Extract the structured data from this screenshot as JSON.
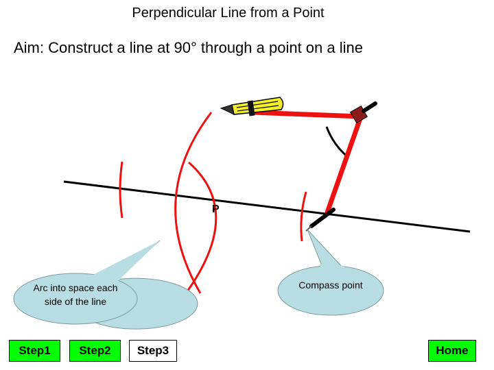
{
  "title": "Perpendicular Line from a Point",
  "aim": "Aim: Construct a line at 90° through a point on a line",
  "point_label": "P",
  "callouts": {
    "arc": "Arc into space each side of the line",
    "compass": "Compass point"
  },
  "nav": {
    "step1": "Step1",
    "step2": "Step2",
    "step3": "Step3",
    "home": "Home"
  },
  "colors": {
    "construction": "#ee1111",
    "callout_fill": "#b8dde3",
    "button_fill": "#00ff00",
    "pencil_yellow": "#f4ee2a",
    "compass_hinge": "#8b1a1a"
  }
}
